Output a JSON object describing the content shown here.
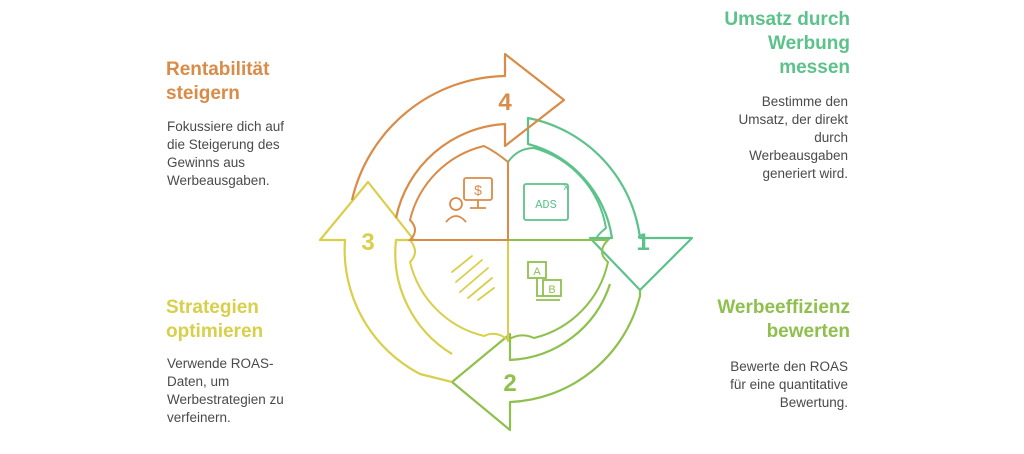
{
  "colors": {
    "orange": "#D98B47",
    "green": "#5CC28A",
    "lime": "#8FC04E",
    "yellow": "#D8CF4A",
    "text": "#4A4A4A"
  },
  "steps": [
    {
      "number": "1",
      "title": "Umsatz durch\nWerbung\nmessen",
      "text": "Bestimme den\nUmsatz, der direkt\ndurch\nWerbeausgaben\ngeneriert wird.",
      "icon": "ads-screen-icon"
    },
    {
      "number": "2",
      "title": "Werbeeffizienz\nbewerten",
      "text": "Bewerte den ROAS\nfür eine quantitative\nBewertung.",
      "icon": "ab-test-icon"
    },
    {
      "number": "3",
      "title": "Strategien\noptimieren",
      "text": "Verwende ROAS-\nDaten, um\nWerbestrategien zu\nverfeinern.",
      "icon": "optimization-stripes-icon"
    },
    {
      "number": "4",
      "title": "Rentabilität\nsteigern",
      "text": "Fokussiere dich auf\ndie Steigerung des\nGewinns aus\nWerbeausgaben.",
      "icon": "person-dollar-screen-icon"
    }
  ],
  "icon_labels": {
    "ads": "ADS",
    "ab_a": "A",
    "ab_b": "B",
    "dollar": "$",
    "close": "x"
  }
}
